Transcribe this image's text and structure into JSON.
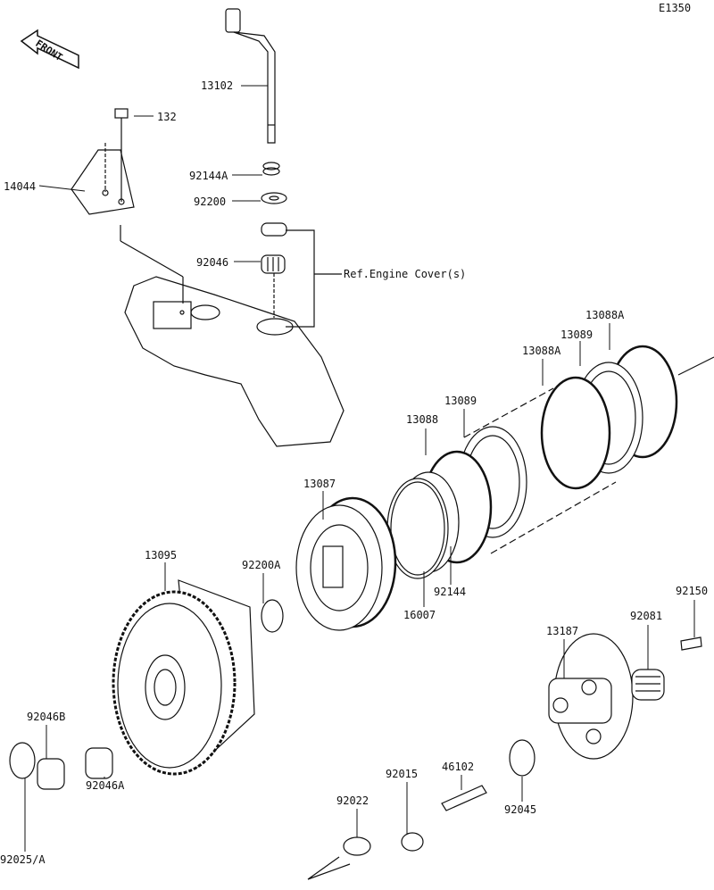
{
  "diagram_code": "E1350",
  "front_label": "FRONT",
  "reference_note": "Ref.Engine Cover(s)",
  "parts": {
    "p13102": "13102",
    "p132": "132",
    "p14044": "14044",
    "p92144A": "92144A",
    "p92200": "92200",
    "p92046": "92046",
    "p13088A_top": "13088A",
    "p13089_top": "13089",
    "p13088A": "13088A",
    "p13089": "13089",
    "p13088": "13088",
    "p13087": "13087",
    "p13095": "13095",
    "p92200A": "92200A",
    "p16007": "16007",
    "p92144": "92144",
    "p92150": "92150",
    "p92081": "92081",
    "p13187": "13187",
    "p92046B": "92046B",
    "p92046A": "92046A",
    "p46102": "46102",
    "p92015": "92015",
    "p92022": "92022",
    "p92045": "92045",
    "p92025A": "92025/A"
  }
}
